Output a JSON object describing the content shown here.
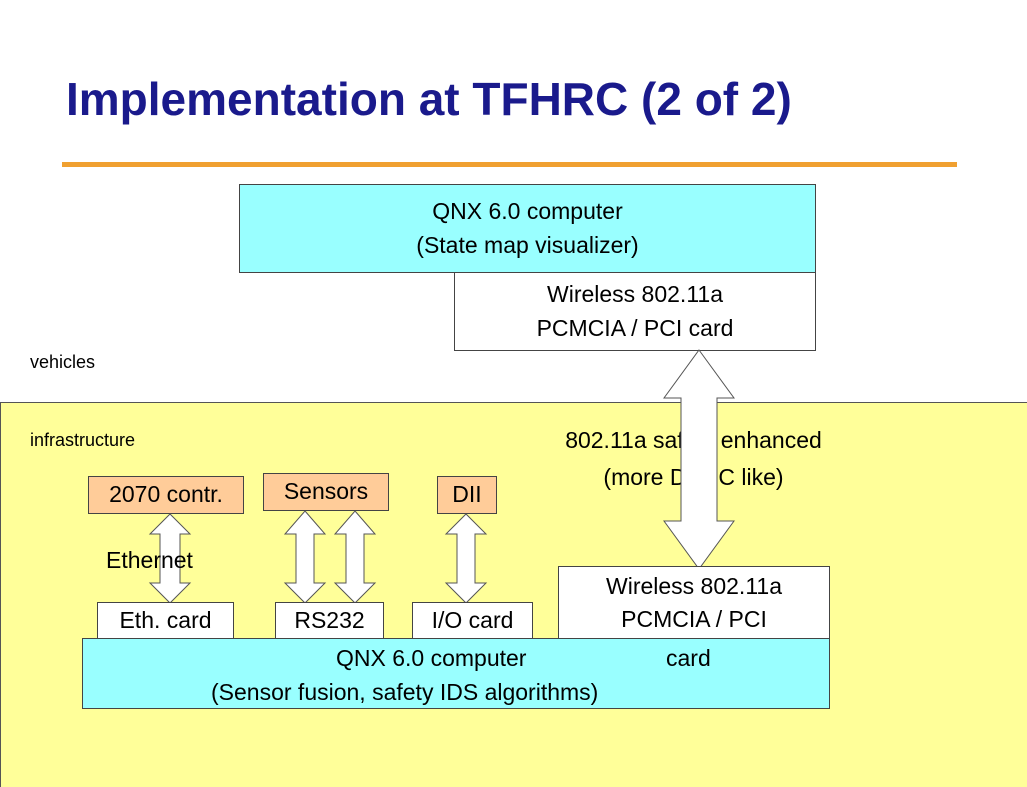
{
  "title": "Implementation at TFHRC (2 of 2)",
  "zones": {
    "vehicles": "vehicles",
    "infrastructure": "infrastructure"
  },
  "vehicle": {
    "computer": {
      "line1": "QNX 6.0 computer",
      "line2": "(State map visualizer)"
    },
    "wireless": {
      "line1": "Wireless 802.11a",
      "line2": "PCMCIA / PCI card"
    }
  },
  "link": {
    "line1": "802.11a safety enhanced",
    "line2": "(more DSRC like)"
  },
  "infrastructure": {
    "devices": {
      "controller": "2070 contr.",
      "sensors": "Sensors",
      "dll": "DII"
    },
    "ethernet_label": "Ethernet",
    "cards": {
      "eth": "Eth. card",
      "rs232": "RS232",
      "io": "I/O card"
    },
    "wireless": {
      "line1": "Wireless 802.11a",
      "line2": "PCMCIA / PCI"
    },
    "computer": {
      "line1": "QNX 6.0 computer",
      "card_overflow": "card",
      "line2": "(Sensor fusion, safety IDS algorithms)"
    }
  },
  "colors": {
    "title": "#1a1a8c",
    "rule": "#f0a030",
    "infrastructure_bg": "#ffff99",
    "computer_bg": "#99ffff",
    "device_bg": "#ffcc99"
  }
}
